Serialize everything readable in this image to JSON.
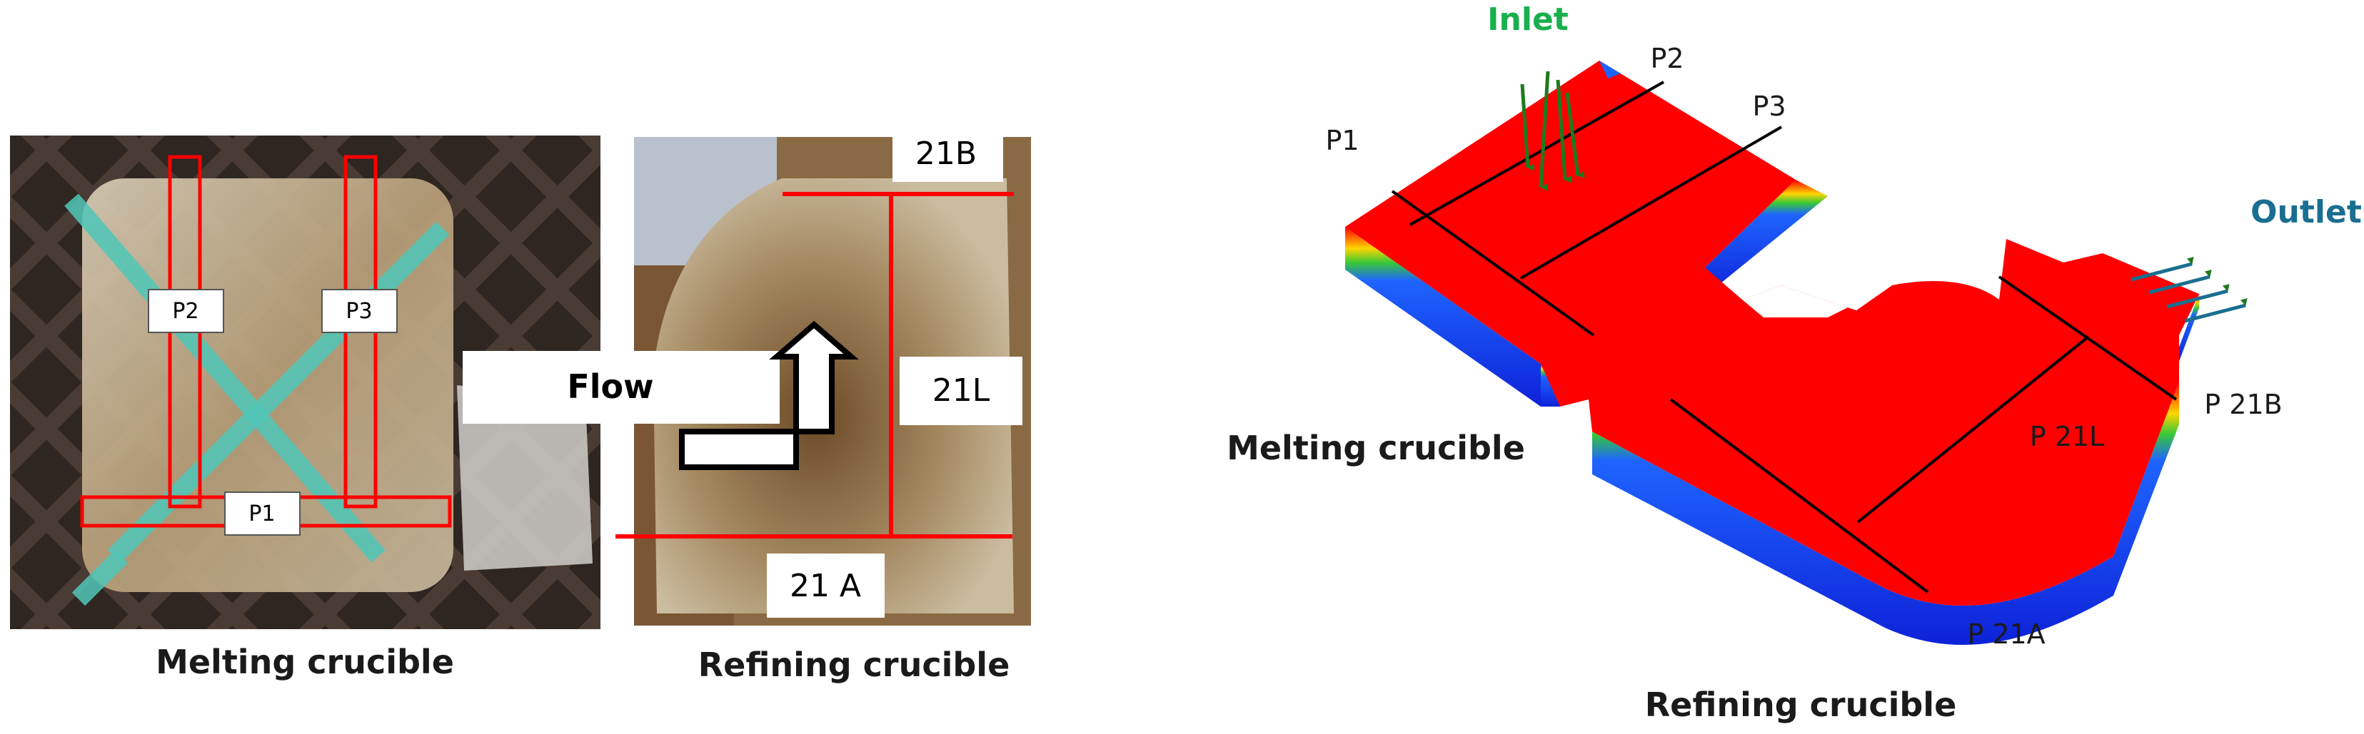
{
  "photos": {
    "melting": {
      "caption": "Melting crucible",
      "labels": {
        "p1": "P1",
        "p2": "P2",
        "p3": "P3"
      }
    },
    "refining": {
      "caption": "Refining crucible",
      "labels": {
        "b": "21B",
        "l": "21L",
        "a": "21 A"
      },
      "flow_label": "Flow"
    }
  },
  "model": {
    "inlet_label": "Inlet",
    "outlet_label": "Outlet",
    "section_labels": {
      "p1": "P1",
      "p2": "P2",
      "p3": "P3",
      "p21b": "P 21B",
      "p21l": "P 21L",
      "p21a": "P 21A"
    },
    "melting_label": "Melting crucible",
    "refining_label": "Refining crucible"
  },
  "colors": {
    "section_lines": "#ff0000",
    "tape": "#4fc7b8",
    "melt_top": "#ff0000",
    "melt_side": "#1428e6",
    "inlet": "#1e7a1e",
    "inlet_text": "#18b04c",
    "outlet": "#1a6e90"
  }
}
